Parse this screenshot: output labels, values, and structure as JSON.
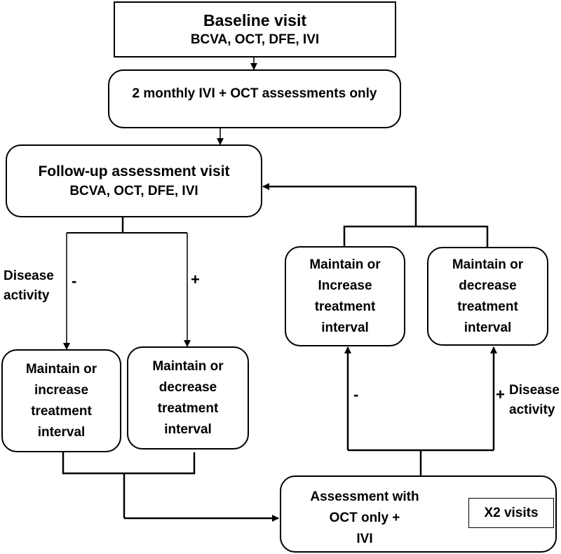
{
  "baseline": {
    "title": "Baseline visit",
    "subtitle": "BCVA, OCT, DFE, IVI"
  },
  "monthly": {
    "text": "2 monthly IVI + OCT assessments only"
  },
  "followup": {
    "title": "Follow-up assessment visit",
    "subtitle": "BCVA, OCT, DFE, IVI"
  },
  "left_minus_box": {
    "lines": [
      "Maintain or",
      "increase",
      "treatment",
      "interval"
    ]
  },
  "left_plus_box": {
    "lines": [
      "Maintain or",
      "decrease",
      "treatment",
      "interval"
    ]
  },
  "right_minus_box": {
    "lines": [
      "Maintain or",
      "Increase",
      "treatment",
      "interval"
    ]
  },
  "right_plus_box": {
    "lines": [
      "Maintain or",
      "decrease",
      "treatment",
      "interval"
    ]
  },
  "assessment": {
    "lines": [
      "Assessment with",
      "OCT only +",
      "IVI"
    ]
  },
  "visits": {
    "text": "X2 visits"
  },
  "left_disease": {
    "lines": [
      "Disease",
      "activity"
    ]
  },
  "right_disease": {
    "lines": [
      "Disease",
      "activity"
    ]
  },
  "signs": {
    "minus": "-",
    "plus": "+"
  }
}
